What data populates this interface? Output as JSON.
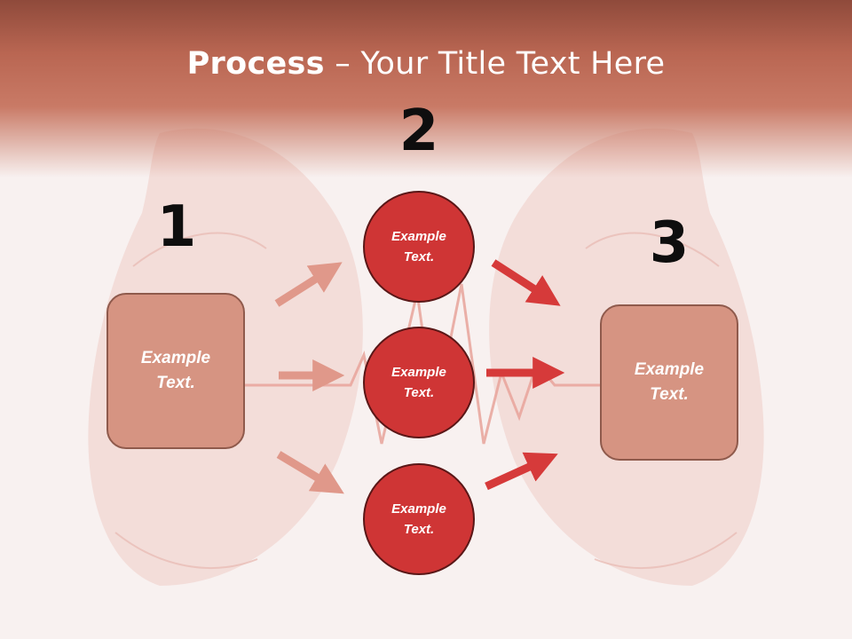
{
  "title": {
    "bold": "Process",
    "rest": " – Your Title Text Here"
  },
  "steps": [
    {
      "number": "1",
      "box_text_line1": "Example",
      "box_text_line2": "Text."
    },
    {
      "number": "2",
      "circles": [
        {
          "line1": "Example",
          "line2": "Text."
        },
        {
          "line1": "Example",
          "line2": "Text."
        },
        {
          "line1": "Example",
          "line2": "Text."
        }
      ]
    },
    {
      "number": "3",
      "box_text_line1": "Example",
      "box_text_line2": "Text."
    }
  ],
  "colors": {
    "header": "#b96652",
    "box_fill": "#d69482",
    "circle_fill": "#cf3535",
    "arrow_light": "#e0988a",
    "arrow_dark": "#d63a3a"
  }
}
